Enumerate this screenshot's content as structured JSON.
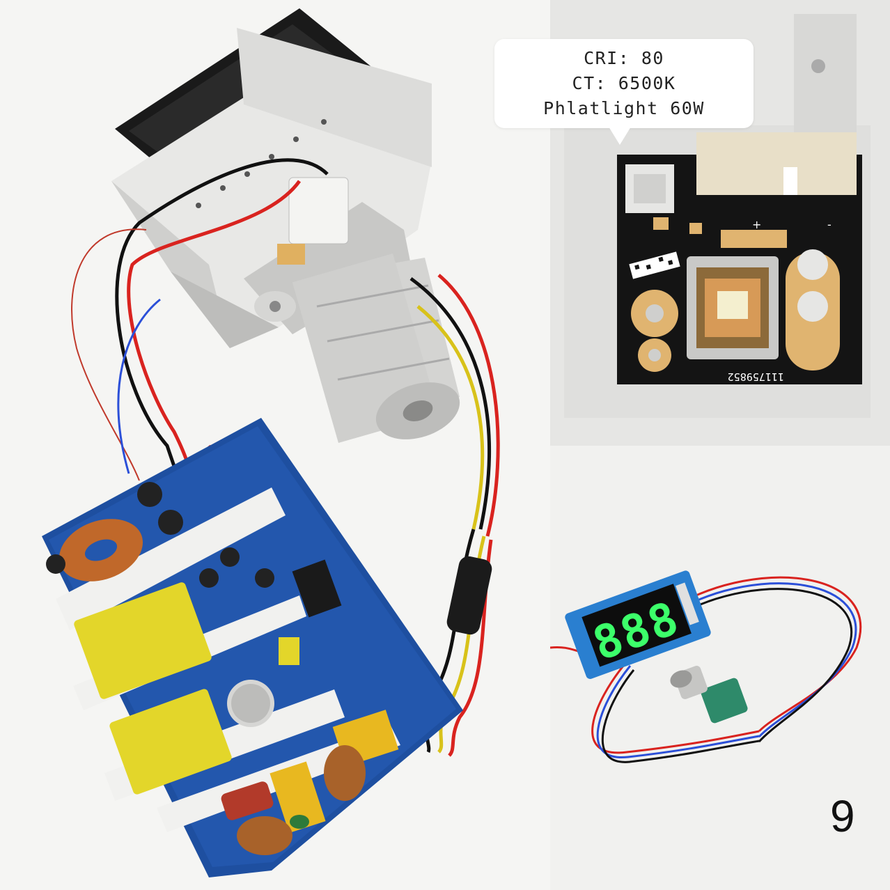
{
  "callout": {
    "lines": [
      "CRI: 80",
      "CT: 6500K",
      "Phlatlight 60W"
    ]
  },
  "led_board_serial": "111759852",
  "pcb_polarity": {
    "plus": "+",
    "minus": "-"
  },
  "display_digits": "888",
  "page_number": "9",
  "colors": {
    "pcb_blue": "#1e4fa0",
    "led_board_black": "#141414",
    "gold_pad": "#e0b470",
    "display_green": "#3cff6a",
    "wire_red": "#d9231f",
    "wire_black": "#111111",
    "wire_yellow": "#d8c21a"
  }
}
